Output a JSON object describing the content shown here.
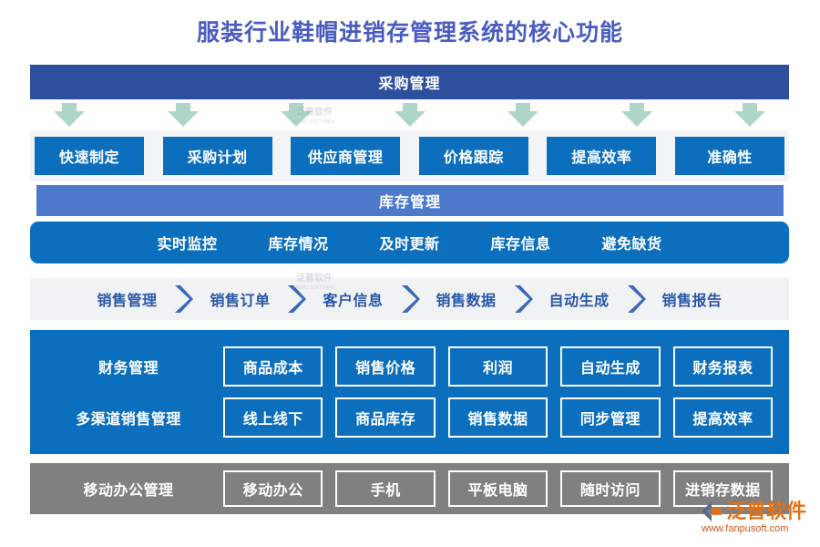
{
  "title": "服装行业鞋帽进销存管理系统的核心功能",
  "colors": {
    "title_text": "#4a5cc0",
    "purchase_header_bg": "#2e4f9e",
    "arrow": "#aed6c8",
    "box_blue": "#0c6fbe",
    "inventory_header_bg": "#4d79cc",
    "strip_gray": "#f3f4f6",
    "sales_row_bg": "#f1f2f4",
    "sales_text": "#2856a8",
    "chevron": "#3a6ab8",
    "mobile_panel_bg": "#808080",
    "logo_orange": "#e8700f",
    "white": "#ffffff"
  },
  "purchase": {
    "header": "采购管理",
    "arrow_count": 7,
    "arrow_icon": "down-arrow-icon",
    "items": [
      "快速制定",
      "采购计划",
      "供应商管理",
      "价格跟踪",
      "提高效率",
      "准确性"
    ]
  },
  "inventory": {
    "header": "库存管理",
    "items": [
      "实时监控",
      "库存情况",
      "及时更新",
      "库存信息",
      "避免缺货"
    ]
  },
  "sales": {
    "items": [
      "销售管理",
      "销售订单",
      "客户信息",
      "销售数据",
      "自动生成",
      "销售报告"
    ],
    "separator_icon": "chevron-right-icon"
  },
  "panels": [
    {
      "label": "财务管理",
      "items": [
        "商品成本",
        "销售价格",
        "利润",
        "自动生成",
        "财务报表"
      ]
    },
    {
      "label": "多渠道销售管理",
      "items": [
        "线上线下",
        "商品库存",
        "销售数据",
        "同步管理",
        "提高效率"
      ]
    }
  ],
  "mobile": {
    "label": "移动办公管理",
    "items": [
      "移动办公",
      "手机",
      "平板电脑",
      "随时访问",
      "进销存数据"
    ]
  },
  "watermark": {
    "text": "泛普软件",
    "sub": "FANPU SOFTWARE"
  },
  "logo": {
    "name": "泛普软件",
    "url": "www.fanpusoft.com",
    "icon": "fanpu-logo-icon"
  }
}
